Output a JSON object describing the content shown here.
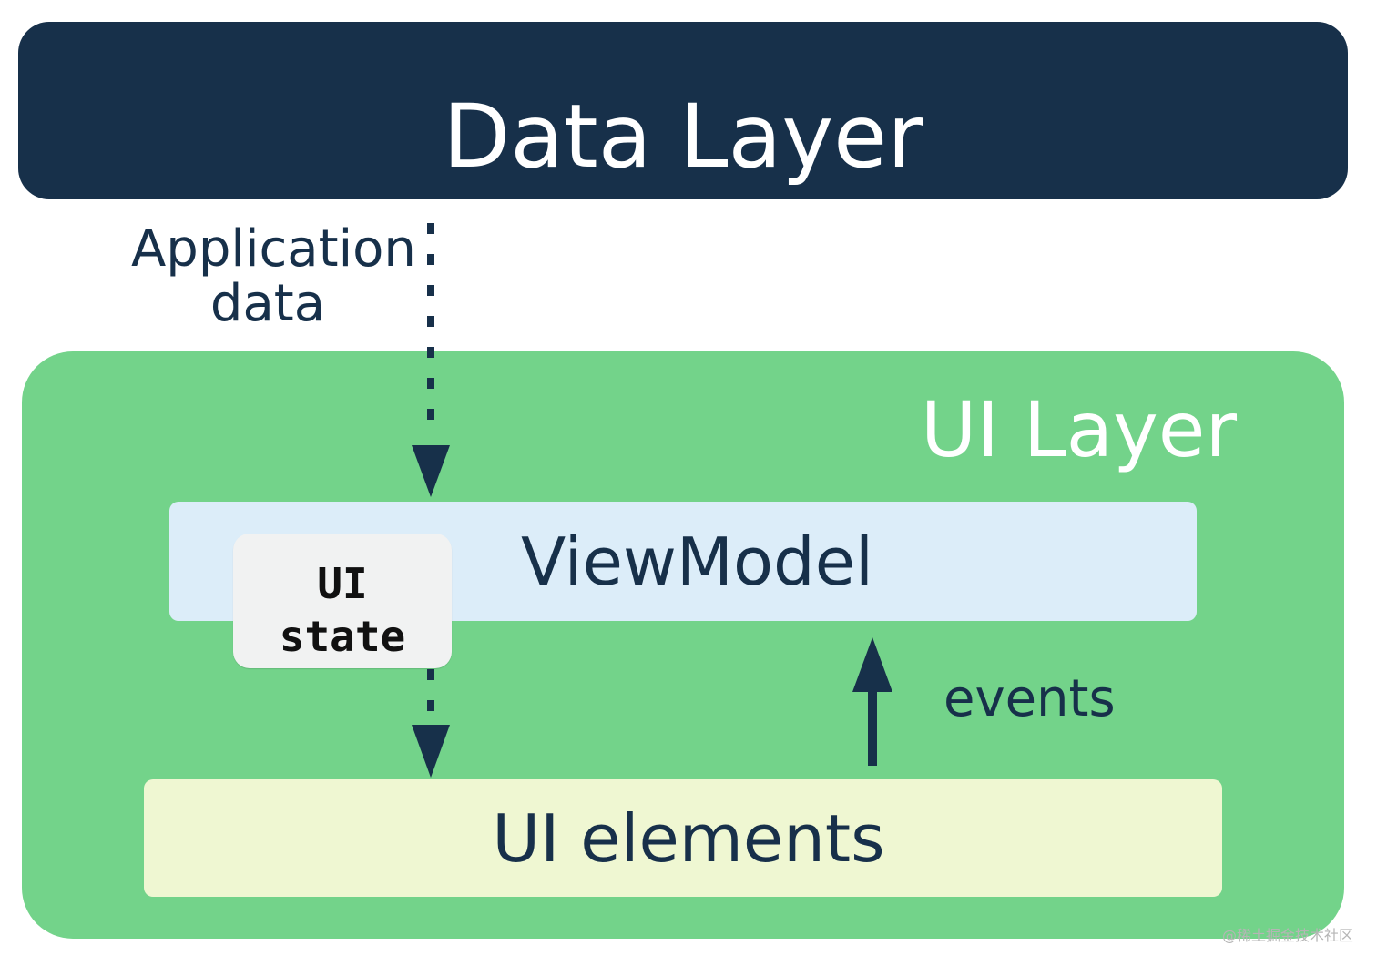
{
  "diagram": {
    "data_layer": {
      "title": "Data Layer",
      "background": "#17304a",
      "text_color": "#ffffff"
    },
    "application_data": {
      "line1": "Application",
      "line2": "data"
    },
    "ui_layer": {
      "title": "UI Layer",
      "background": "#73d38a",
      "text_color": "#ffffff"
    },
    "viewmodel": {
      "label": "ViewModel",
      "background": "#dcedf9"
    },
    "ui_state": {
      "line1": "UI",
      "line2": "state",
      "background": "#f1f2f2"
    },
    "ui_elements": {
      "label": "UI elements",
      "background": "#eff7d2"
    },
    "events": {
      "label": "events"
    },
    "watermark": {
      "text": "@稀土掘金技术社区"
    }
  }
}
